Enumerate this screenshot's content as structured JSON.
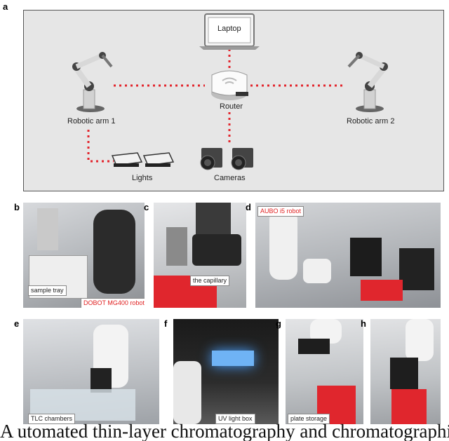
{
  "panel_labels": {
    "a": "a",
    "b": "b",
    "c": "c",
    "d": "d",
    "e": "e",
    "f": "f",
    "g": "g",
    "h": "h"
  },
  "diagram": {
    "laptop": "Laptop",
    "router": "Router",
    "arm1": "Robotic arm 1",
    "arm2": "Robotic arm 2",
    "lights": "Lights",
    "cameras": "Cameras",
    "link_color": "#e3262d"
  },
  "photos": {
    "b": {
      "captions": [
        "sample tray",
        "DOBOT MG400 robot"
      ]
    },
    "c": {
      "captions": [
        "the capillary"
      ]
    },
    "d": {
      "captions": [
        "AUBO i5 robot"
      ]
    },
    "e": {
      "captions": [
        "TLC chambers"
      ]
    },
    "f": {
      "captions": [
        "UV light box"
      ]
    },
    "g": {
      "captions": [
        "plate storage"
      ]
    },
    "h": {
      "captions": []
    }
  },
  "footer_text": "A utomated thin-layer chromatography and chromatographic"
}
